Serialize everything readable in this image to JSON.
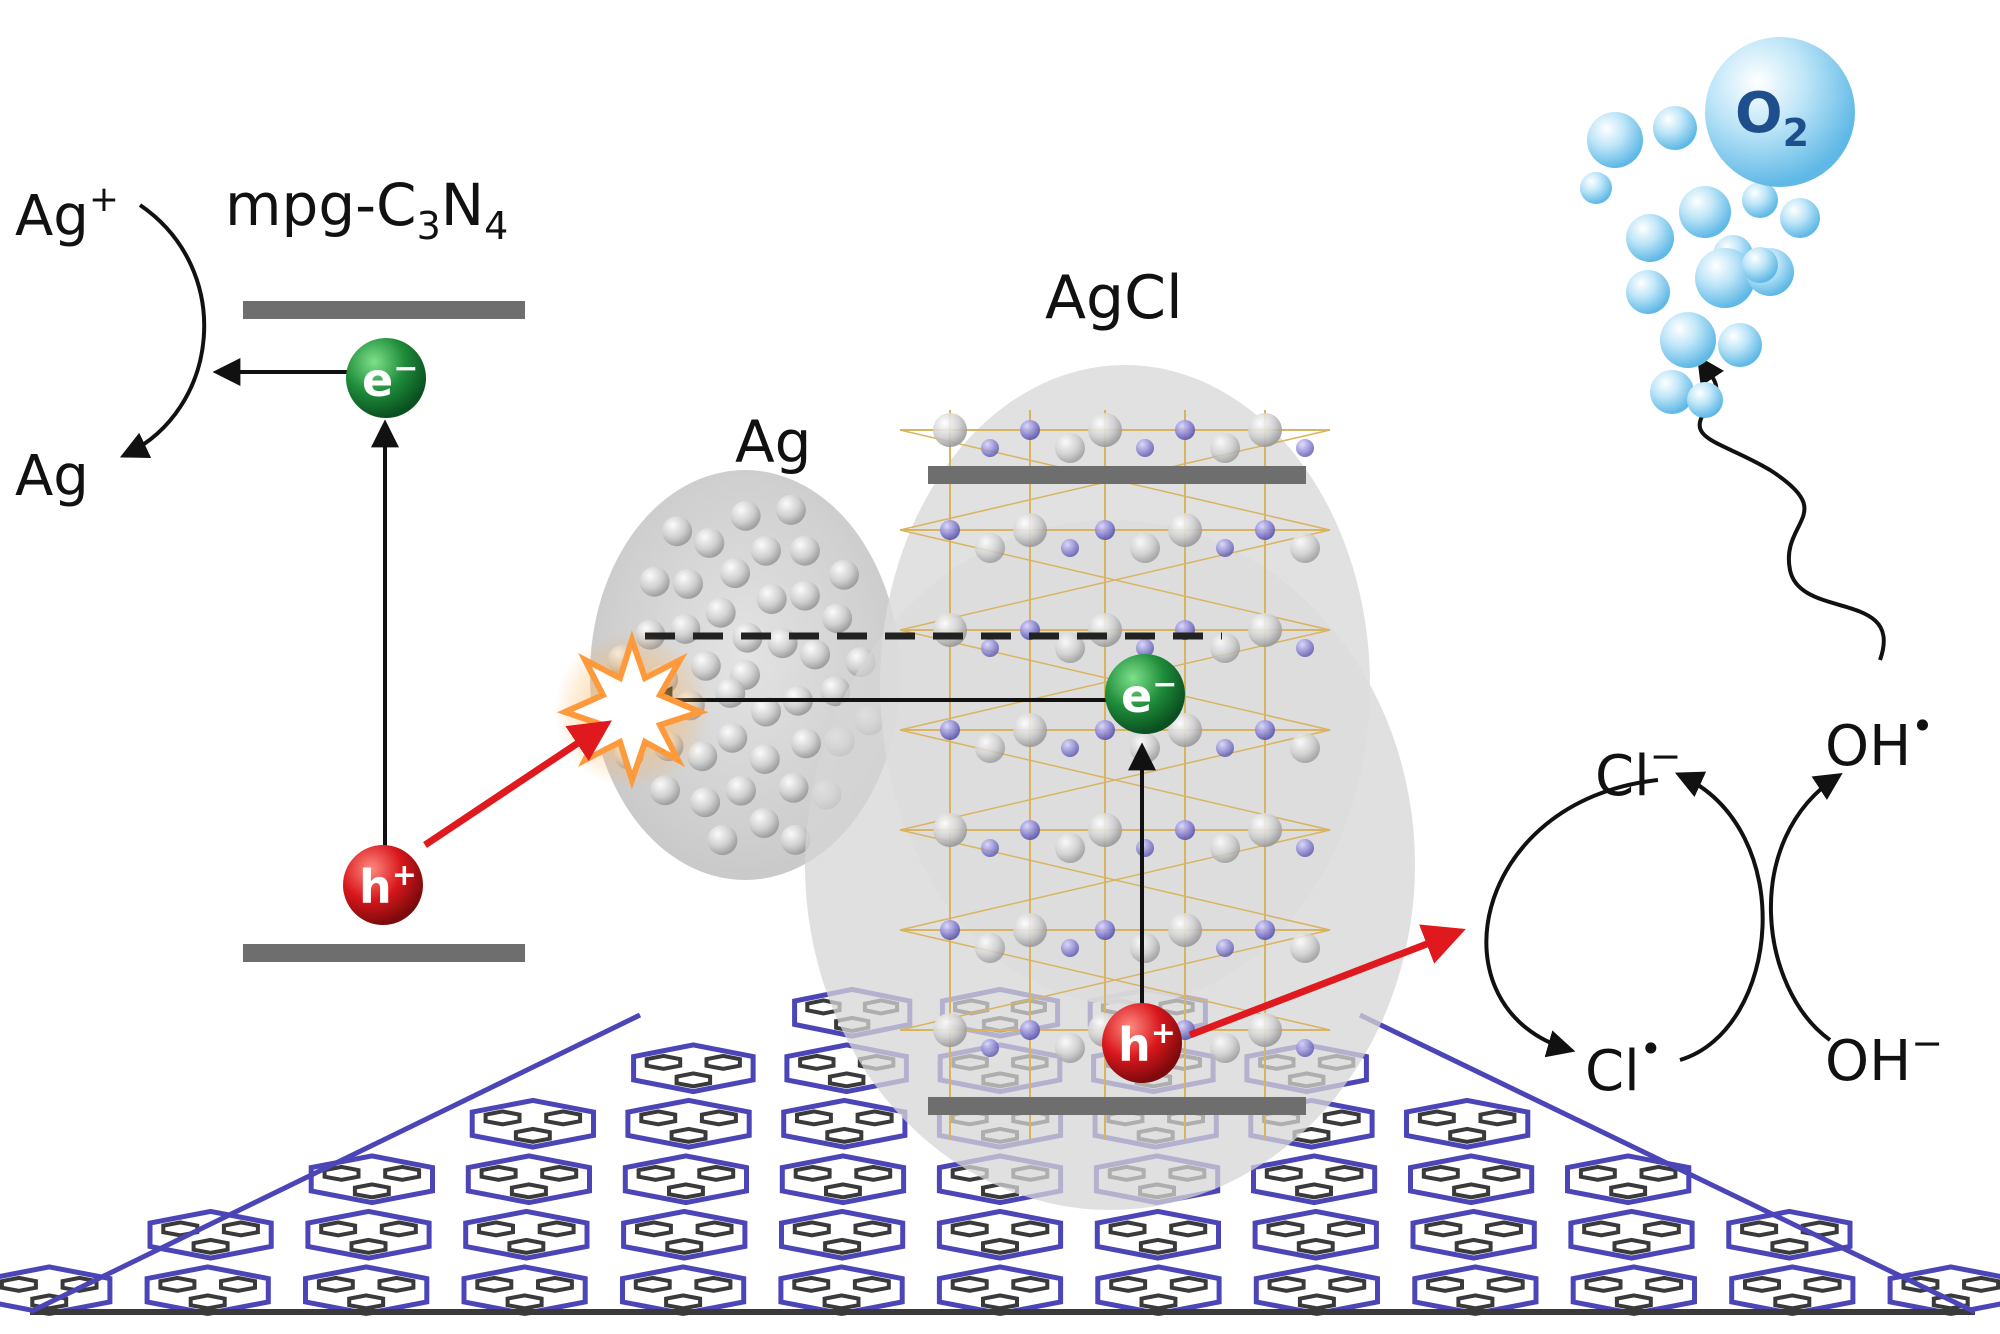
{
  "labels": {
    "ag_plus": "Ag",
    "ag_plus_sup": "+",
    "ag": "Ag",
    "mpg_prefix": "mpg-C",
    "mpg_sub1": "3",
    "mpg_mid": "N",
    "mpg_sub2": "4",
    "ag_particle": "Ag",
    "agcl": "AgCl",
    "o2_main": "O",
    "o2_sub": "2",
    "cl_minus": "Cl",
    "cl_minus_sup": "−",
    "cl_radical": "Cl",
    "cl_radical_sup": "•",
    "oh_radical": "OH",
    "oh_radical_sup": "•",
    "oh_minus": "OH",
    "oh_minus_sup": "−"
  },
  "particles": {
    "electron_main": "e",
    "electron_sup": "−",
    "hole_main": "h",
    "hole_sup": "+"
  },
  "colors": {
    "electron": "#1e8c3a",
    "hole": "#d8171c",
    "band": "#6e6e6e",
    "lattice_node_n": "#5a55c8",
    "lattice_node_c": "#4a4a4a",
    "silver_atom": "#c8c8c8",
    "chlorine_atom": "#8c86d4",
    "bond": "#d9b460",
    "red_arrow": "#e0191e",
    "bubble": "#8fd0f0"
  }
}
